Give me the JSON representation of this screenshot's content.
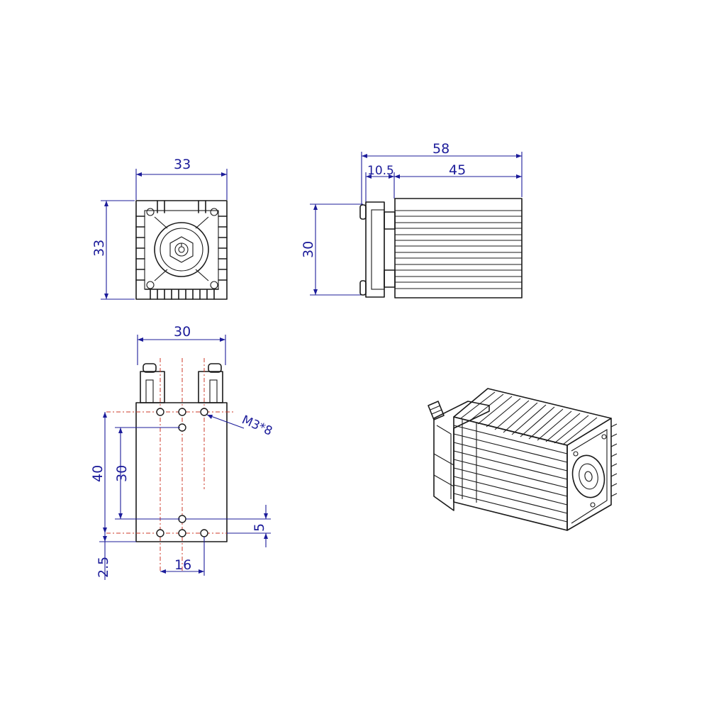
{
  "front_view": {
    "width_dim": "33",
    "height_dim": "33"
  },
  "side_view": {
    "total_length_dim": "58",
    "front_offset_dim": "10.5",
    "body_length_dim": "45",
    "height_dim": "30"
  },
  "bottom_view": {
    "width_dim": "30",
    "outer_span_dim": "40",
    "inner_span_dim": "30",
    "edge_offset_dim": "5",
    "bottom_offset_dim": "2.5",
    "hole_spacing_dim": "16",
    "thread_callout": "M3*8"
  },
  "colors": {
    "outline": "#1a1a1a",
    "dimension": "#1c1c9a",
    "centerline": "#cc3a2a"
  }
}
